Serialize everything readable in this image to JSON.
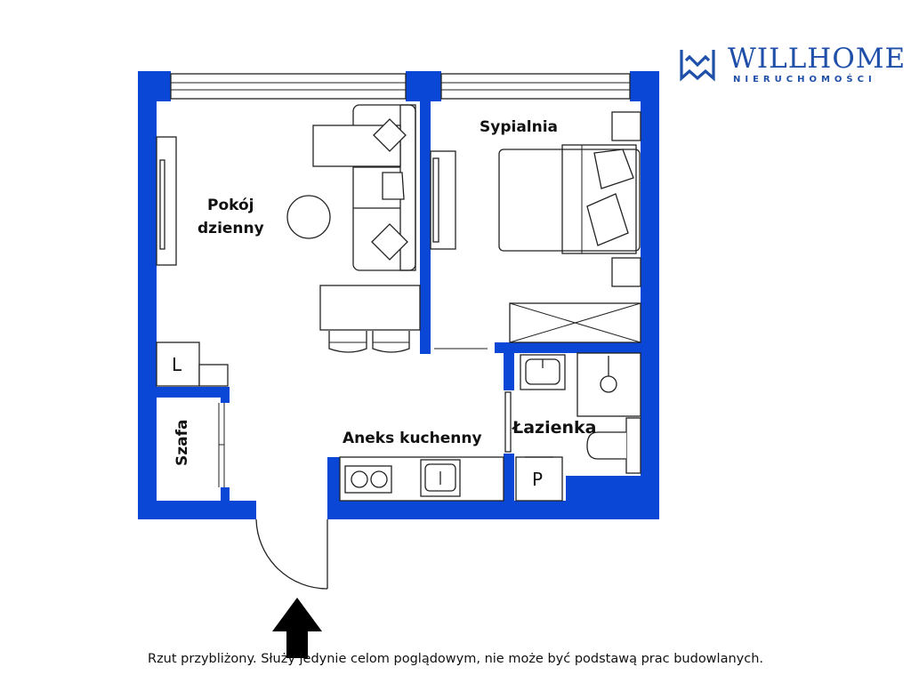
{
  "brand": {
    "name": "WILLHOME",
    "tagline": "NIERUCHOMOŚCI",
    "color": "#1f4fa8"
  },
  "colors": {
    "wall": "#0a47d6",
    "line": "#222222",
    "background": "#ffffff"
  },
  "rooms": {
    "living": {
      "line1": "Pokój",
      "line2": "dzienny"
    },
    "bedroom": "Sypialnia",
    "kitchen": "Aneks kuchenny",
    "bathroom": "Łazienka",
    "wardrobe": "Szafa"
  },
  "markers": {
    "laundry": "L",
    "p": "P"
  },
  "icons": {
    "entrance": "entrance-arrow-icon",
    "logo": "willhome-logo-icon"
  },
  "caption": "Rzut przybliżony. Służy jedynie celom poglądowym, nie może być podstawą prac budowlanych."
}
